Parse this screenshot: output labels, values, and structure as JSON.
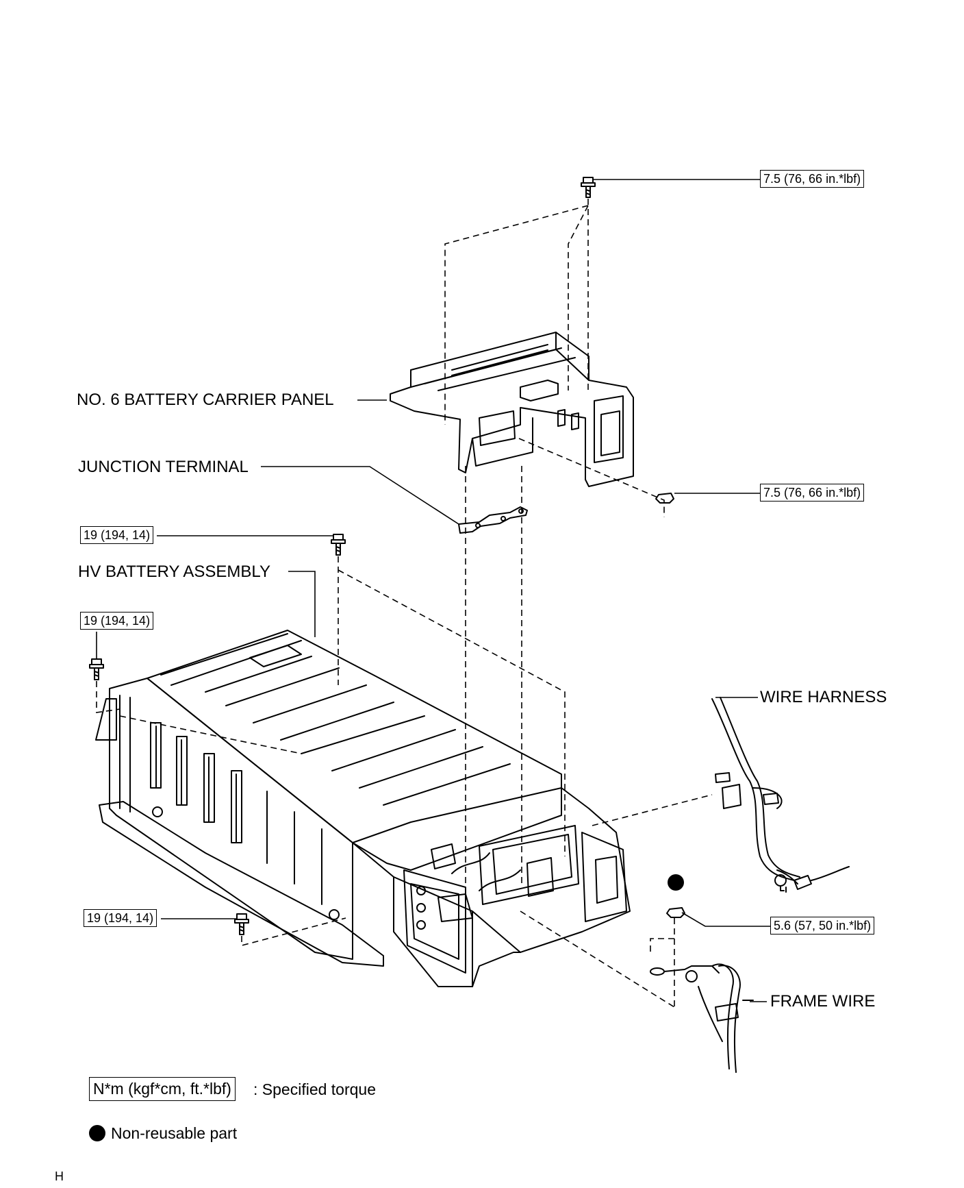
{
  "parts": {
    "carrier_panel": "NO. 6 BATTERY CARRIER PANEL",
    "junction_terminal": "JUNCTION TERMINAL",
    "hv_battery": "HV BATTERY ASSEMBLY",
    "wire_harness": "WIRE HARNESS",
    "frame_wire": "FRAME WIRE"
  },
  "torques": {
    "top_bolt": "7.5 (76, 66 in.*lbf)",
    "panel_nut": "7.5 (76, 66 in.*lbf)",
    "upper_left_bolt": "19 (194, 14)",
    "left_bolt": "19 (194, 14)",
    "lower_bolt": "19 (194, 14)",
    "frame_nut": "5.6 (57, 50 in.*lbf)"
  },
  "legend": {
    "torque_units": "N*m (kgf*cm, ft.*lbf)",
    "torque_desc": ": Specified torque",
    "nonreusable": "Non-reusable part"
  },
  "footer_code": "H"
}
